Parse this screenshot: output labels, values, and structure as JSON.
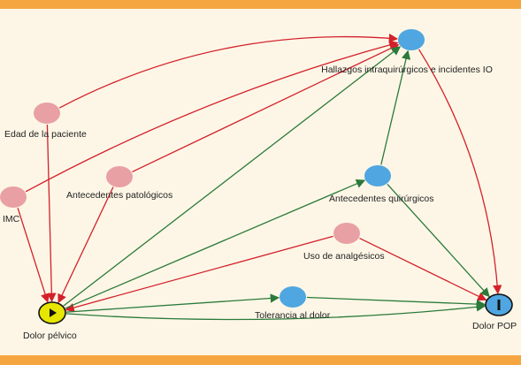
{
  "colors": {
    "frame": "#f5a640",
    "background": "#fdf6e6",
    "confounder_node": "#e8a0a4",
    "mediator_node": "#4fa6e0",
    "exposure_node": "#e6e600",
    "outcome_node": "#4fa6e0",
    "confounder_arrow": "#d4202a",
    "causal_arrow": "#2a7a3a"
  },
  "nodes": {
    "hallazgos": {
      "label": "Hallazgos intraquirúrgicos e incidentes IO",
      "role": "mediator"
    },
    "edad": {
      "label": "Edad de la paciente",
      "role": "confounder"
    },
    "antecedentes_pat": {
      "label": "Antecedentes patológicos",
      "role": "confounder"
    },
    "imc": {
      "label": "IMC",
      "role": "confounder"
    },
    "antecedentes_quir": {
      "label": "Antecedentes quirúrgicos",
      "role": "mediator"
    },
    "analgesicos": {
      "label": "Uso de analgésicos",
      "role": "confounder"
    },
    "tolerancia": {
      "label": "Tolerancia al dolor",
      "role": "mediator"
    },
    "dolor_pelvico": {
      "label": "Dolor pélvico",
      "role": "exposure",
      "symbol": "▶"
    },
    "dolor_pop": {
      "label": "Dolor POP",
      "role": "outcome",
      "symbol": "I"
    }
  },
  "edges": [
    {
      "from": "edad",
      "to": "hallazgos",
      "kind": "confounder"
    },
    {
      "from": "imc",
      "to": "hallazgos",
      "kind": "confounder"
    },
    {
      "from": "antecedentes_pat",
      "to": "hallazgos",
      "kind": "confounder"
    },
    {
      "from": "hallazgos",
      "to": "dolor_pop",
      "kind": "confounder"
    },
    {
      "from": "edad",
      "to": "dolor_pelvico",
      "kind": "confounder"
    },
    {
      "from": "imc",
      "to": "dolor_pelvico",
      "kind": "confounder"
    },
    {
      "from": "antecedentes_pat",
      "to": "dolor_pelvico",
      "kind": "confounder"
    },
    {
      "from": "analgesicos",
      "to": "dolor_pelvico",
      "kind": "confounder"
    },
    {
      "from": "analgesicos",
      "to": "dolor_pop",
      "kind": "confounder"
    },
    {
      "from": "dolor_pelvico",
      "to": "hallazgos",
      "kind": "causal"
    },
    {
      "from": "dolor_pelvico",
      "to": "antecedentes_quir",
      "kind": "causal"
    },
    {
      "from": "dolor_pelvico",
      "to": "tolerancia",
      "kind": "causal"
    },
    {
      "from": "dolor_pelvico",
      "to": "dolor_pop",
      "kind": "causal"
    },
    {
      "from": "antecedentes_quir",
      "to": "hallazgos",
      "kind": "causal"
    },
    {
      "from": "antecedentes_quir",
      "to": "dolor_pop",
      "kind": "causal"
    },
    {
      "from": "tolerancia",
      "to": "dolor_pop",
      "kind": "causal"
    }
  ]
}
